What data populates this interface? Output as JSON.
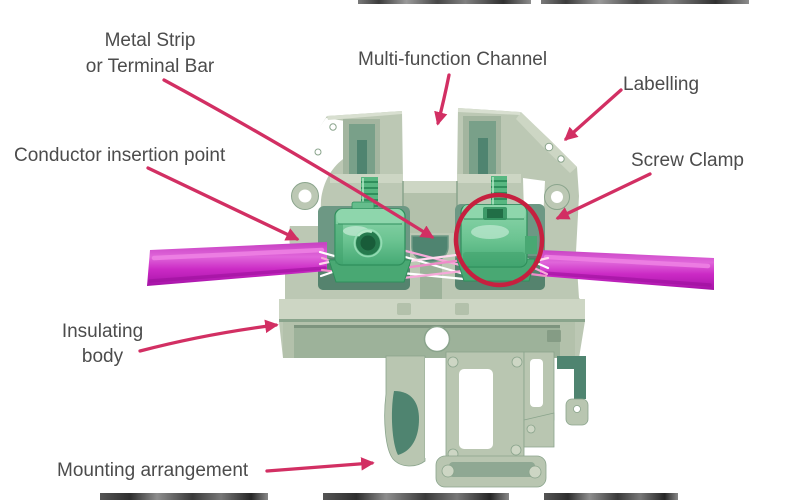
{
  "figure": {
    "subject": "Cut-away photo of a DIN-rail screw-clamp terminal block with two magenta wires, annotated with part names",
    "colors": {
      "page_bg": "#ffffff",
      "label_text": "#4c4c4c",
      "annotation_pink": "#d22f63",
      "circle_red": "#c6203f",
      "body_sage": "#bcc8b4",
      "body_sage_light": "#d8dfd0",
      "body_sage_shadow": "#8aa48c",
      "recess_teal": "#6d9884",
      "recess_teal_deep": "#4f8470",
      "clamp_green": "#7bcc9a",
      "clamp_green_dark": "#2f8f5c",
      "wire_magenta": "#cb2ac5"
    }
  },
  "annotations": {
    "metal_strip": {
      "line1": "Metal Strip",
      "line2": "or Terminal Bar"
    },
    "multi_function_channel": {
      "label": "Multi-function Channel"
    },
    "labelling": {
      "label": "Labelling"
    },
    "conductor_insertion_point": {
      "label": "Conductor insertion point"
    },
    "screw_clamp": {
      "label": "Screw Clamp"
    },
    "insulating_body": {
      "line1": "Insulating",
      "line2": "body"
    },
    "mounting_arrangement": {
      "label": "Mounting arrangement"
    }
  }
}
